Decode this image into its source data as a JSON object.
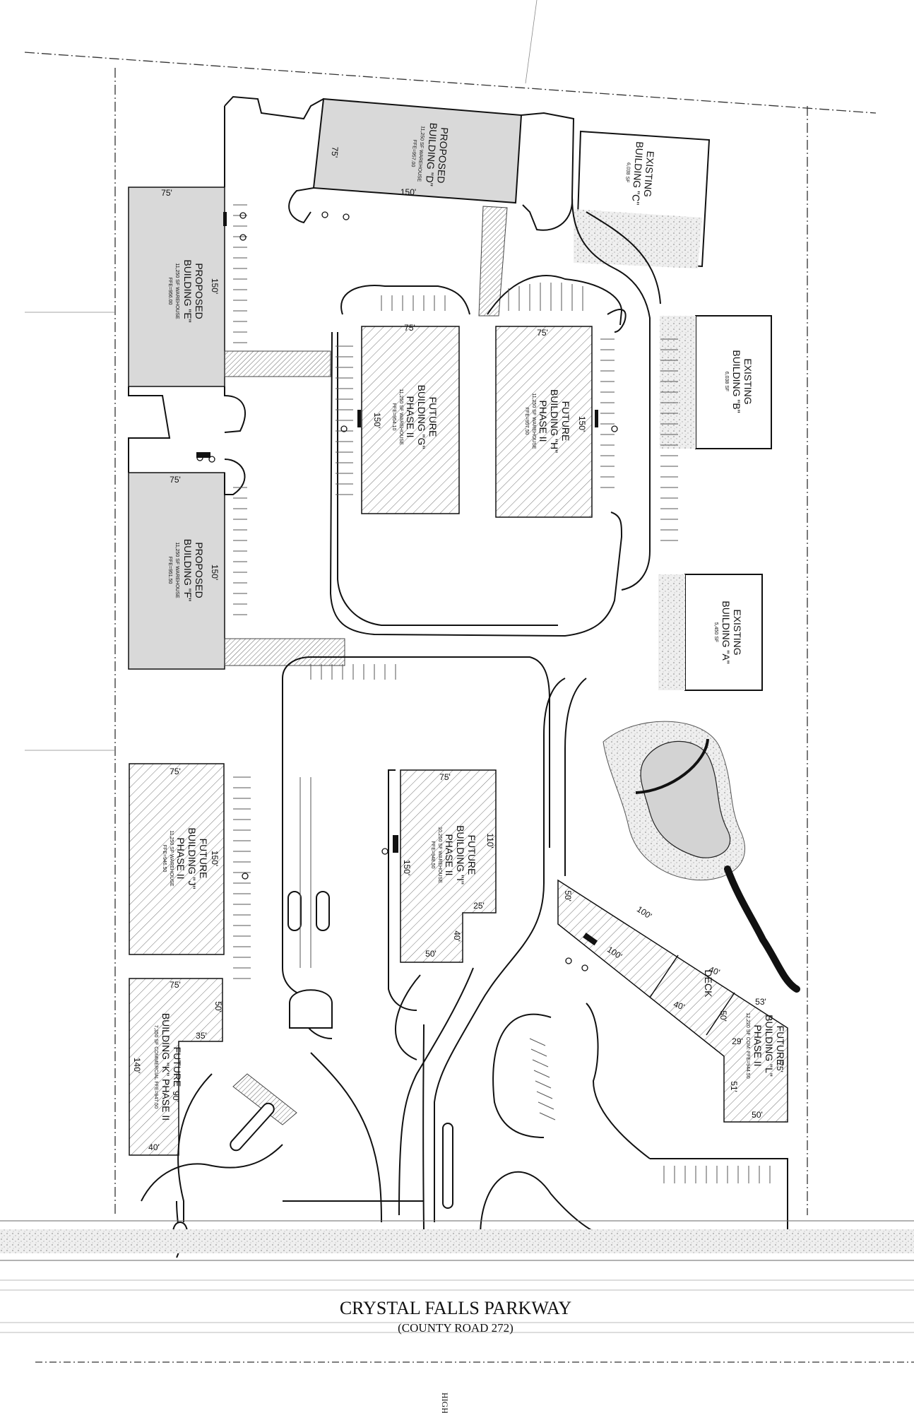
{
  "buildings": {
    "d": {
      "line1": "PROPOSED",
      "line2": "BUILDING \"D\"",
      "line3": "11,250 SF WAREHOUSE",
      "line4": "FFE=957.00"
    },
    "e": {
      "line1": "PROPOSED",
      "line2": "BUILDING \"E\"",
      "line3": "11,250 SF WAREHOUSE",
      "line4": "FFE=956.00"
    },
    "f": {
      "line1": "PROPOSED",
      "line2": "BUILDING \"F\"",
      "line3": "11,250 SF WAREHOUSE",
      "line4": "FFE=951.50"
    },
    "g": {
      "line1": "FUTURE",
      "line2": "BUILDING \"G\"",
      "line3": "PHASE II",
      "line4": "11,250 SF WAREHOUSE",
      "line5": "FFE=954.10"
    },
    "h": {
      "line1": "FUTURE",
      "line2": "BUILDING \"H\"",
      "line3": "PHASE II",
      "line4": "11,250 SF WAREHOUSE",
      "line5": "FFE=957.50"
    },
    "i": {
      "line1": "FUTURE",
      "line2": "BUILDING \"I\"",
      "line3": "PHASE II",
      "line4": "10,250 SF WAREHOUSE",
      "line5": "FFE=948.50"
    },
    "j": {
      "line1": "FUTURE",
      "line2": "BUILDING \"J\"",
      "line3": "PHASE II",
      "line4": "11,250 SF WAREHOUSE",
      "line5": "FFE=946.50"
    },
    "k": {
      "line1": "FUTURE",
      "line2": "BUILDING \"K\" PHASE II",
      "line3": "7,350 SF COMMERCIAL FFE=947.50"
    },
    "l": {
      "line1": "FUTURE",
      "line2": "BUILDING \"L\"",
      "line3": "PHASE II",
      "line4": "12,220 SF COM. FFE=944.50"
    },
    "a": {
      "line1": "EXISTING",
      "line2": "BUILDING \"A\"",
      "line3": "5,450 SF"
    },
    "b": {
      "line1": "EXISTING",
      "line2": "BUILDING \"B\"",
      "line3": "6,038 SF"
    },
    "c": {
      "line1": "EXISTING",
      "line2": "BUILDING \"C\"",
      "line3": "6,038 SF"
    }
  },
  "dimensions": {
    "d75": "75'",
    "d150": "150'",
    "e75": "75'",
    "e150": "150'",
    "f75": "75'",
    "f150": "150'",
    "g75": "75'",
    "g150": "150'",
    "h75": "75'",
    "h150": "150'",
    "i75": "75'",
    "i110": "110'",
    "i150": "150'",
    "i25": "25'",
    "i40": "40'",
    "i50": "50'",
    "j75": "75'",
    "j150": "150'",
    "k75": "75'",
    "k50": "50'",
    "k35": "35'",
    "k90": "90'",
    "k140": "140'",
    "k40": "40'",
    "l100a": "100'",
    "l100b": "100'",
    "l50a": "50'",
    "l40a": "40'",
    "l40b": "40'",
    "l53": "53'",
    "l50b": "50'",
    "l29": "29'",
    "l75": "75'",
    "l51": "51'",
    "l50c": "50'"
  },
  "labels": {
    "deck": "DECK",
    "road_name": "CRYSTAL FALLS PARKWAY",
    "road_sub": "(COUNTY ROAD 272)",
    "bottom_cut": "HIGH"
  }
}
